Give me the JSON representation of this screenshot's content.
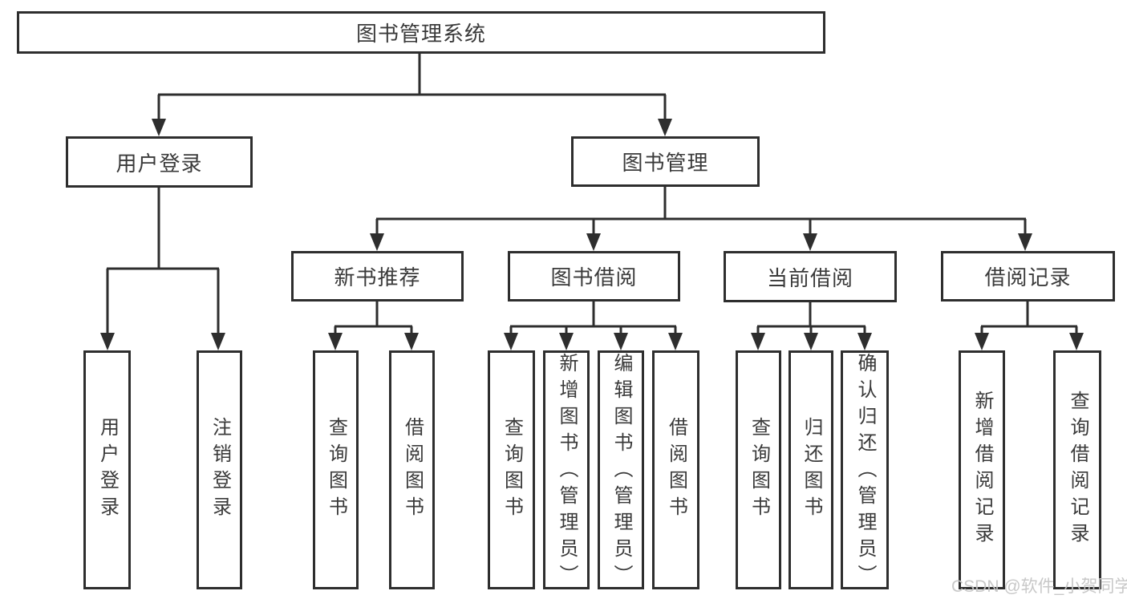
{
  "diagram": {
    "title": "图书管理系统",
    "type": "hierarchy-tree",
    "colors": {
      "line": "#2e2e2e",
      "border": "#2e2e2e",
      "text": "#3a3a3a",
      "background": "#ffffff",
      "watermark": "#c5c5c5"
    },
    "root": {
      "label": "图书管理系统",
      "children": [
        {
          "label": "用户登录",
          "children": [
            {
              "label": "用户登录"
            },
            {
              "label": "注销登录"
            }
          ]
        },
        {
          "label": "图书管理",
          "children": [
            {
              "label": "新书推荐",
              "children": [
                {
                  "label": "查询图书"
                },
                {
                  "label": "借阅图书"
                }
              ]
            },
            {
              "label": "图书借阅",
              "children": [
                {
                  "label": "查询图书"
                },
                {
                  "label": "新增图书（管理员）"
                },
                {
                  "label": "编辑图书（管理员）"
                },
                {
                  "label": "借阅图书"
                }
              ]
            },
            {
              "label": "当前借阅",
              "children": [
                {
                  "label": "查询图书"
                },
                {
                  "label": "归还图书"
                },
                {
                  "label": "确认归还（管理员）"
                }
              ]
            },
            {
              "label": "借阅记录",
              "children": [
                {
                  "label": "新增借阅记录"
                },
                {
                  "label": "查询借阅记录"
                }
              ]
            }
          ]
        }
      ]
    }
  },
  "watermark": {
    "text": "CSDN @软件_小贺同学"
  }
}
